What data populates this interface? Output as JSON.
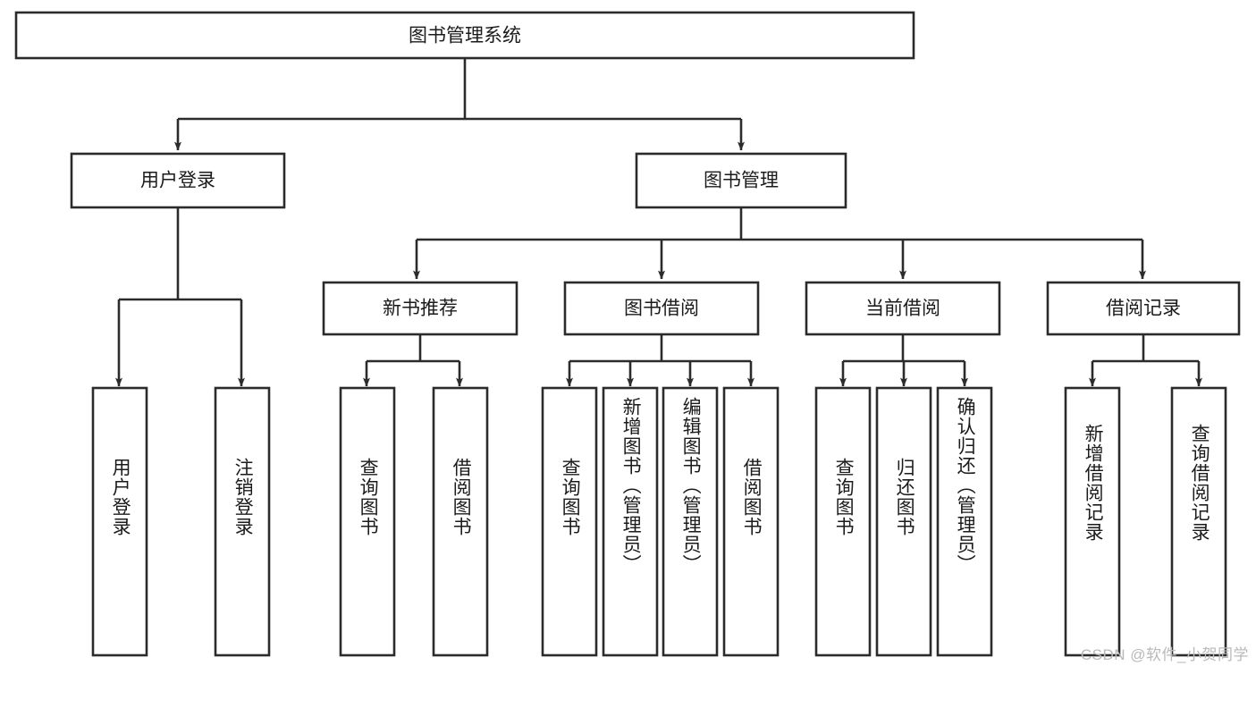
{
  "diagram": {
    "title": "图书管理系统",
    "type": "tree-hierarchy",
    "watermark": "CSDN @软件_小贺同学",
    "colors": {
      "stroke": "#2b2b2b",
      "fill": "#ffffff",
      "text": "#1b1b1b",
      "watermark": "#b9b9b9"
    },
    "root": {
      "label": "图书管理系统",
      "orientation": "horizontal"
    },
    "level2": [
      {
        "label": "用户登录",
        "orientation": "horizontal"
      },
      {
        "label": "图书管理",
        "orientation": "horizontal"
      }
    ],
    "level3": [
      {
        "label": "新书推荐",
        "orientation": "horizontal",
        "parent": "图书管理"
      },
      {
        "label": "图书借阅",
        "orientation": "horizontal",
        "parent": "图书管理"
      },
      {
        "label": "当前借阅",
        "orientation": "horizontal",
        "parent": "图书管理"
      },
      {
        "label": "借阅记录",
        "orientation": "horizontal",
        "parent": "图书管理"
      }
    ],
    "leaves": {
      "用户登录": [
        {
          "label": "用户登录",
          "orientation": "vertical"
        },
        {
          "label": "注销登录",
          "orientation": "vertical"
        }
      ],
      "新书推荐": [
        {
          "label": "查询图书",
          "orientation": "vertical"
        },
        {
          "label": "借阅图书",
          "orientation": "vertical"
        }
      ],
      "图书借阅": [
        {
          "label": "查询图书",
          "orientation": "vertical"
        },
        {
          "label": "新增图书（管理员）",
          "orientation": "vertical"
        },
        {
          "label": "编辑图书（管理员）",
          "orientation": "vertical"
        },
        {
          "label": "借阅图书",
          "orientation": "vertical"
        }
      ],
      "当前借阅": [
        {
          "label": "查询图书",
          "orientation": "vertical"
        },
        {
          "label": "归还图书",
          "orientation": "vertical"
        },
        {
          "label": "确认归还（管理员）",
          "orientation": "vertical"
        }
      ],
      "借阅记录": [
        {
          "label": "新增借阅记录",
          "orientation": "vertical"
        },
        {
          "label": "查询借阅记录",
          "orientation": "vertical"
        }
      ]
    },
    "labels": {
      "root_0": "图书管理系统",
      "l2_0": "用户登录",
      "l2_1": "图书管理",
      "l3_0": "新书推荐",
      "l3_1": "图书借阅",
      "l3_2": "当前借阅",
      "l3_3": "借阅记录",
      "leaf_a0": "用户登录",
      "leaf_a1": "注销登录",
      "leaf_b0": "查询图书",
      "leaf_b1": "借阅图书",
      "leaf_c0": "查询图书",
      "leaf_c1": "新增图书（管理员）",
      "leaf_c2": "编辑图书（管理员）",
      "leaf_c3": "借阅图书",
      "leaf_d0": "查询图书",
      "leaf_d1": "归还图书",
      "leaf_d2": "确认归还（管理员）",
      "leaf_e0": "新增借阅记录",
      "leaf_e1": "查询借阅记录"
    }
  }
}
